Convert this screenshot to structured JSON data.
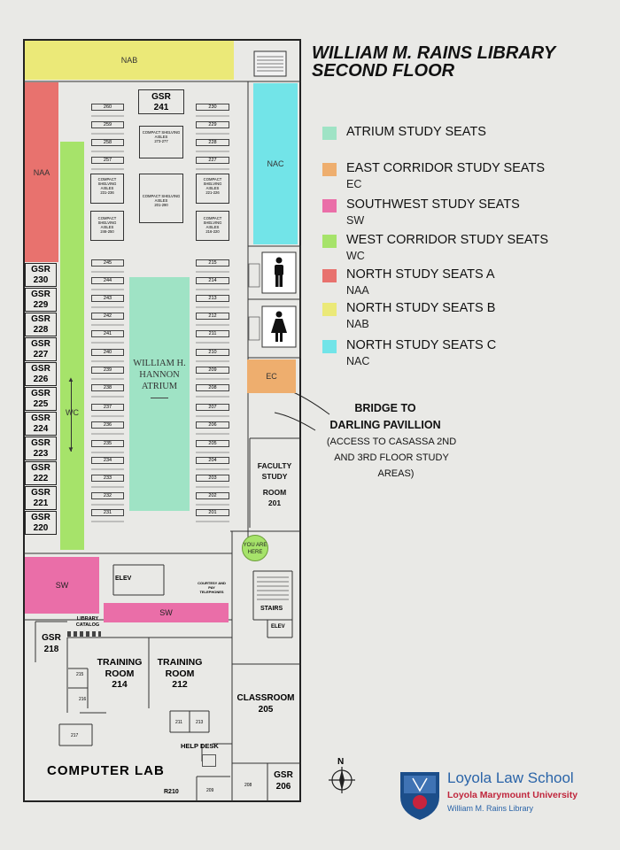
{
  "title": {
    "line1": "WILLIAM M. RAINS LIBRARY",
    "line2": "SECOND FLOOR"
  },
  "legend": [
    {
      "label": "ATRIUM STUDY SEATS",
      "code": "",
      "color": "#9fe3c5"
    },
    {
      "label": "EAST CORRIDOR STUDY SEATS",
      "code": "EC",
      "color": "#eeae6e"
    },
    {
      "label": "SOUTHWEST STUDY SEATS",
      "code": "SW",
      "color": "#ea6ea8"
    },
    {
      "label": "WEST CORRIDOR STUDY SEATS",
      "code": "WC",
      "color": "#a6e36a"
    },
    {
      "label": "NORTH STUDY SEATS A",
      "code": "NAA",
      "color": "#e8726e"
    },
    {
      "label": "NORTH STUDY SEATS B",
      "code": "NAB",
      "color": "#ebe978"
    },
    {
      "label": "NORTH STUDY SEATS C",
      "code": "NAC",
      "color": "#72e4e8"
    }
  ],
  "bridge": {
    "line1": "BRIDGE TO",
    "line2": "DARLING PAVILLION",
    "note1": "(ACCESS TO CASASSA 2ND",
    "note2": "AND 3RD FLOOR STUDY",
    "note3": "AREAS)"
  },
  "zones": {
    "nab": "NAB",
    "naa": "NAA",
    "nac": "NAC",
    "ec": "EC",
    "wc": "WC",
    "sw1": "SW",
    "sw2": "SW"
  },
  "gsr_west": [
    "230",
    "229",
    "228",
    "227",
    "226",
    "225",
    "224",
    "223",
    "222",
    "221",
    "220"
  ],
  "gsr_label": "GSR",
  "gsr_top": "241",
  "gsr_218": "218",
  "gsr_206": "206",
  "rows_left": [
    "260",
    "259",
    "258",
    "257",
    "245",
    "244",
    "243",
    "242",
    "241",
    "240",
    "239",
    "238",
    "237",
    "236",
    "235",
    "234",
    "233",
    "232",
    "231"
  ],
  "rows_right": [
    "230",
    "229",
    "228",
    "227",
    "215",
    "214",
    "213",
    "212",
    "211",
    "210",
    "209",
    "208",
    "207",
    "206",
    "205",
    "204",
    "203",
    "202",
    "201"
  ],
  "compact": {
    "label": "COMPACT SHELVING AISLES",
    "a": "273-277",
    "b": "231-236",
    "c": "201-290",
    "d": "221-226",
    "e": "246-250",
    "f": "216-220"
  },
  "atrium": {
    "line1": "WILLIAM H.",
    "line2": "HANNON",
    "line3": "ATRIUM"
  },
  "faculty": {
    "line1": "FACULTY",
    "line2": "STUDY",
    "line3": "ROOM",
    "line4": "201"
  },
  "you_are_here": {
    "line1": "YOU ARE",
    "line2": "HERE"
  },
  "rooms": {
    "elev": "ELEV",
    "stairs": "STAIRS",
    "courtesy": "COURTESY AND PAY TELEPHONES",
    "catalog1": "LIBRARY",
    "catalog2": "CATALOG",
    "training1a": "TRAINING",
    "training1b": "ROOM",
    "training1c": "214",
    "training2a": "TRAINING",
    "training2b": "ROOM",
    "training2c": "212",
    "r215": "215",
    "r216": "216",
    "r217": "217",
    "r211": "211",
    "r213": "213",
    "r209": "209",
    "r208": "208",
    "classroom1": "CLASSROOM",
    "classroom2": "205",
    "helpdesk": "HELP DESK",
    "computer_lab": "COMPUTER LAB",
    "r210": "R210"
  },
  "compass": "N",
  "logo": {
    "line1": "Loyola Law School",
    "line2": "Loyola Marymount University",
    "line3": "William M. Rains Library"
  }
}
